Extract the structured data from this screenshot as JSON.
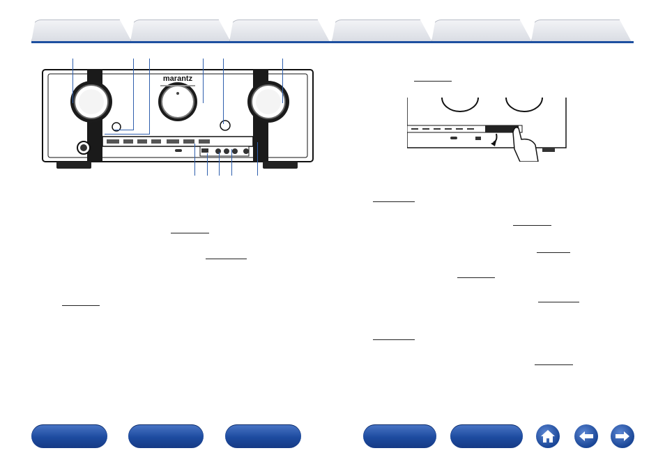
{
  "tabs": [
    {
      "id": "tab-1"
    },
    {
      "id": "tab-2"
    },
    {
      "id": "tab-3"
    },
    {
      "id": "tab-4"
    },
    {
      "id": "tab-5"
    },
    {
      "id": "tab-6"
    }
  ],
  "device": {
    "brand": "marantz"
  },
  "colors": {
    "accent": "#1d4f9f",
    "callout": "#2f5fad",
    "button_blue": "#1d4b9f"
  },
  "icons": {
    "home": "home-icon",
    "back": "arrow-left-icon",
    "forward": "arrow-right-icon",
    "hand": "hand-pointer-icon"
  }
}
